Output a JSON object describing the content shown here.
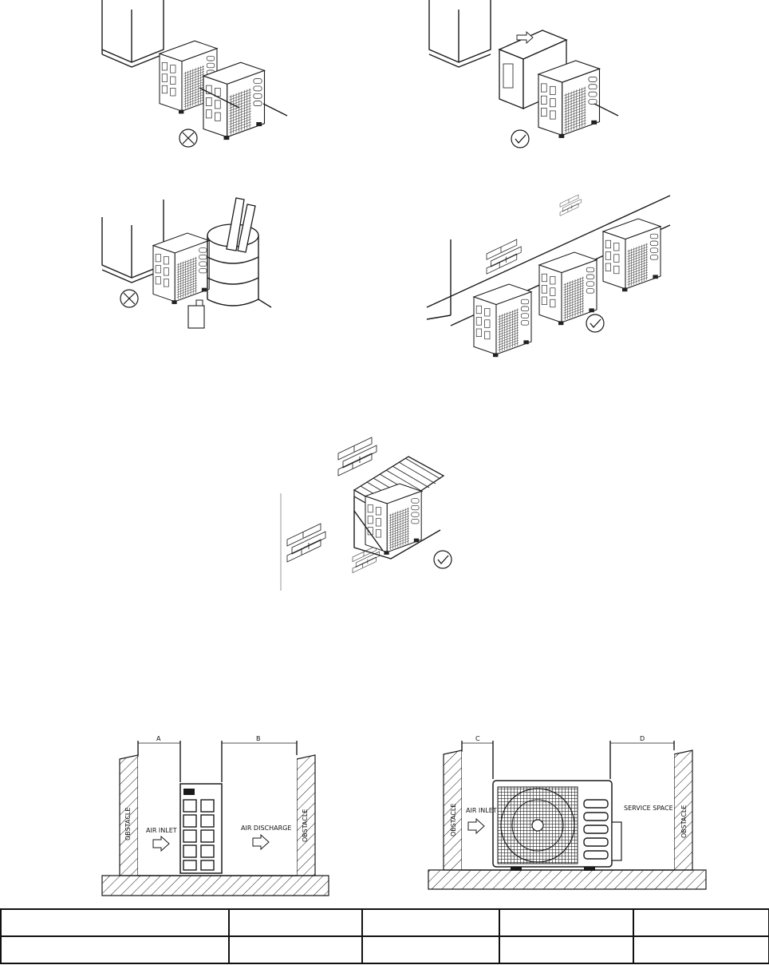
{
  "figure_labels": {
    "dim_a": "A",
    "dim_b": "B",
    "dim_c": "C",
    "dim_d": "D",
    "obstacle": "OBSTACLE",
    "air_inlet": "AIR INLET",
    "air_discharge": "AIR DISCHARGE",
    "service_space": "SERVICE SPACE"
  },
  "placement_examples": [
    {
      "id": "two-units-facing",
      "status": "incorrect",
      "icon": "cross-circle-icon"
    },
    {
      "id": "units-offset-side-by-side",
      "status": "correct",
      "icon": "check-circle-icon"
    },
    {
      "id": "unit-near-flammables",
      "status": "incorrect",
      "icon": "cross-circle-icon"
    },
    {
      "id": "units-in-row-along-wall",
      "status": "correct",
      "icon": "check-circle-icon"
    },
    {
      "id": "unit-on-wall-bracket-with-canopy",
      "status": "correct",
      "icon": "check-circle-icon"
    }
  ],
  "table": {
    "rows": [
      [
        "",
        "",
        "",
        "",
        ""
      ],
      [
        "",
        "",
        "",
        "",
        ""
      ]
    ]
  }
}
